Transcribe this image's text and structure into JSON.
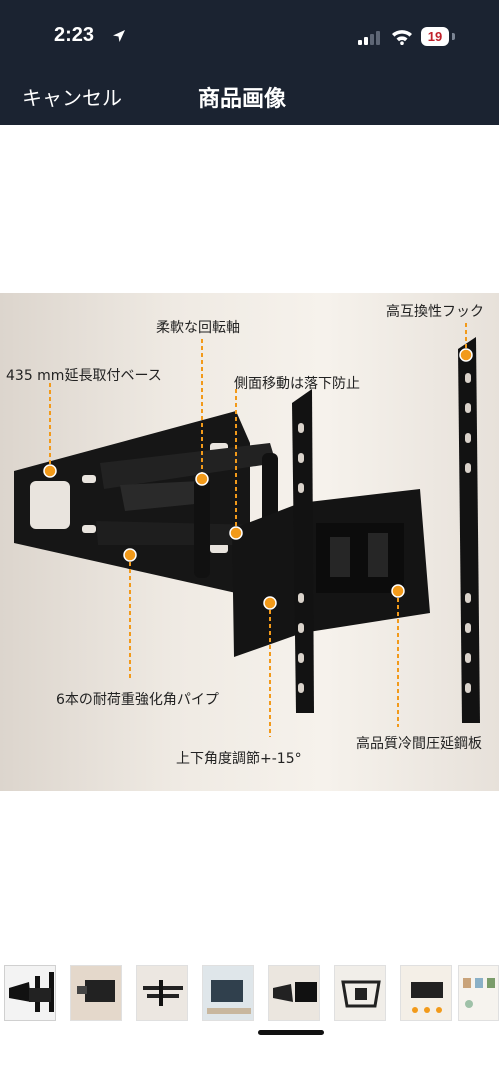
{
  "status": {
    "time": "2:23",
    "battery": "19"
  },
  "nav": {
    "cancel": "キャンセル",
    "title": "商品画像"
  },
  "image": {
    "callouts": {
      "swivel": "柔軟な回転軸",
      "hook": "高互換性フック",
      "base": "435 mm延長取付ベース",
      "slide": "側面移動は落下防止",
      "pipes": "6本の耐荷重強化角パイプ",
      "plate": "高品質冷間圧延鋼板",
      "tilt": "上下角度調節+-15°"
    }
  },
  "colors": {
    "bar": "#1b2331",
    "accent": "#f29a1a",
    "steel": "#151515"
  }
}
